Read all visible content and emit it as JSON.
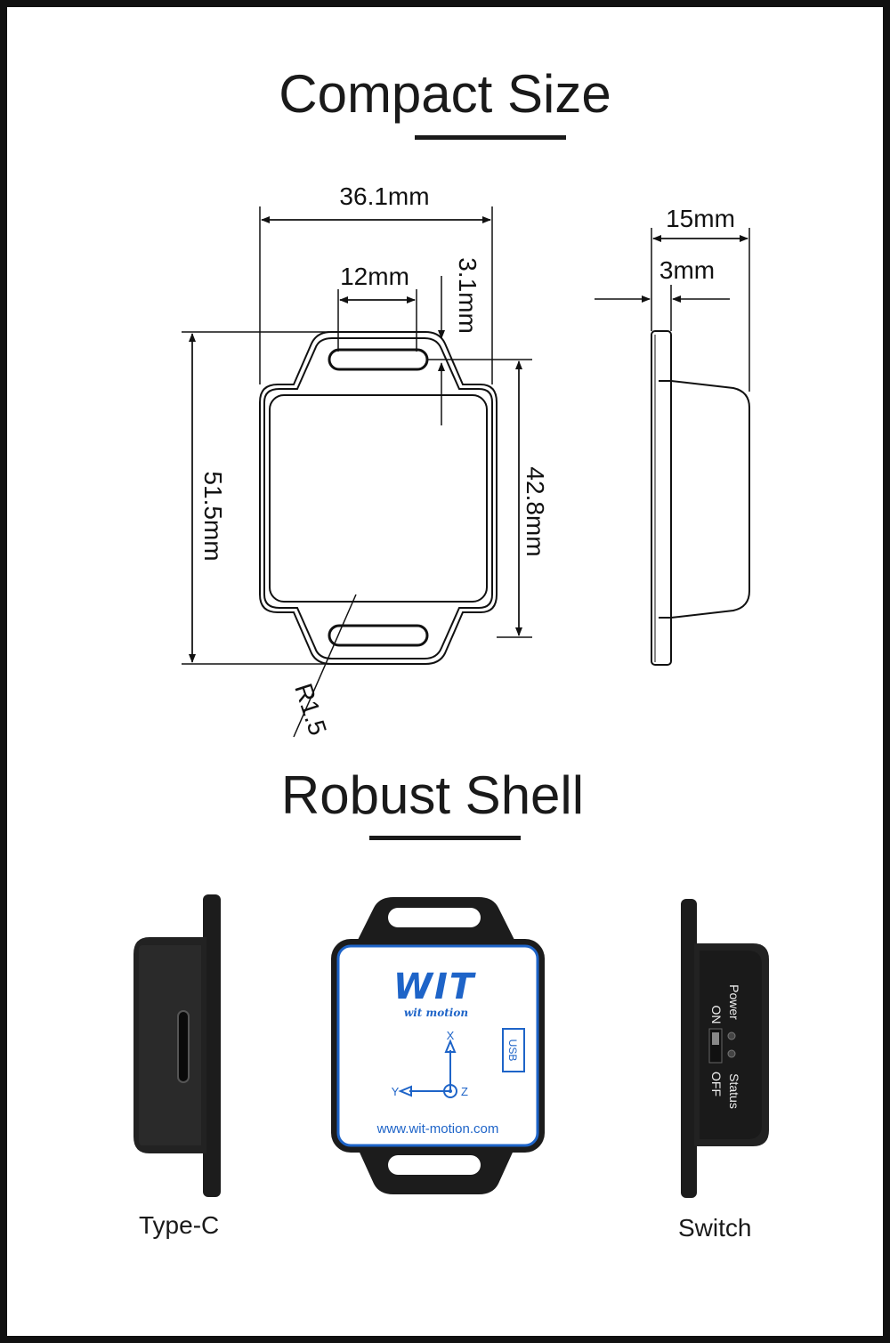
{
  "section1": {
    "title": "Compact Size",
    "dimensions": {
      "width": "36.1mm",
      "slot_length": "12mm",
      "tab_offset": "3.1mm",
      "height_total": "51.5mm",
      "height_body": "42.8mm",
      "radius": "R1.5",
      "depth": "15mm",
      "flange": "3mm"
    }
  },
  "section2": {
    "title": "Robust Shell",
    "device": {
      "logo_text": "WIT",
      "logo_subtext": "wit motion",
      "axis_x": "X",
      "axis_y": "Y",
      "axis_z": "Z",
      "port_label": "USB",
      "website": "www.wit-motion.com",
      "power": "Power",
      "status": "Status",
      "on": "ON",
      "off": "OFF"
    },
    "captions": {
      "left": "Type-C",
      "right": "Switch"
    },
    "colors": {
      "label_blue": "#1e64c8",
      "shell": "#1c1c1c"
    }
  }
}
